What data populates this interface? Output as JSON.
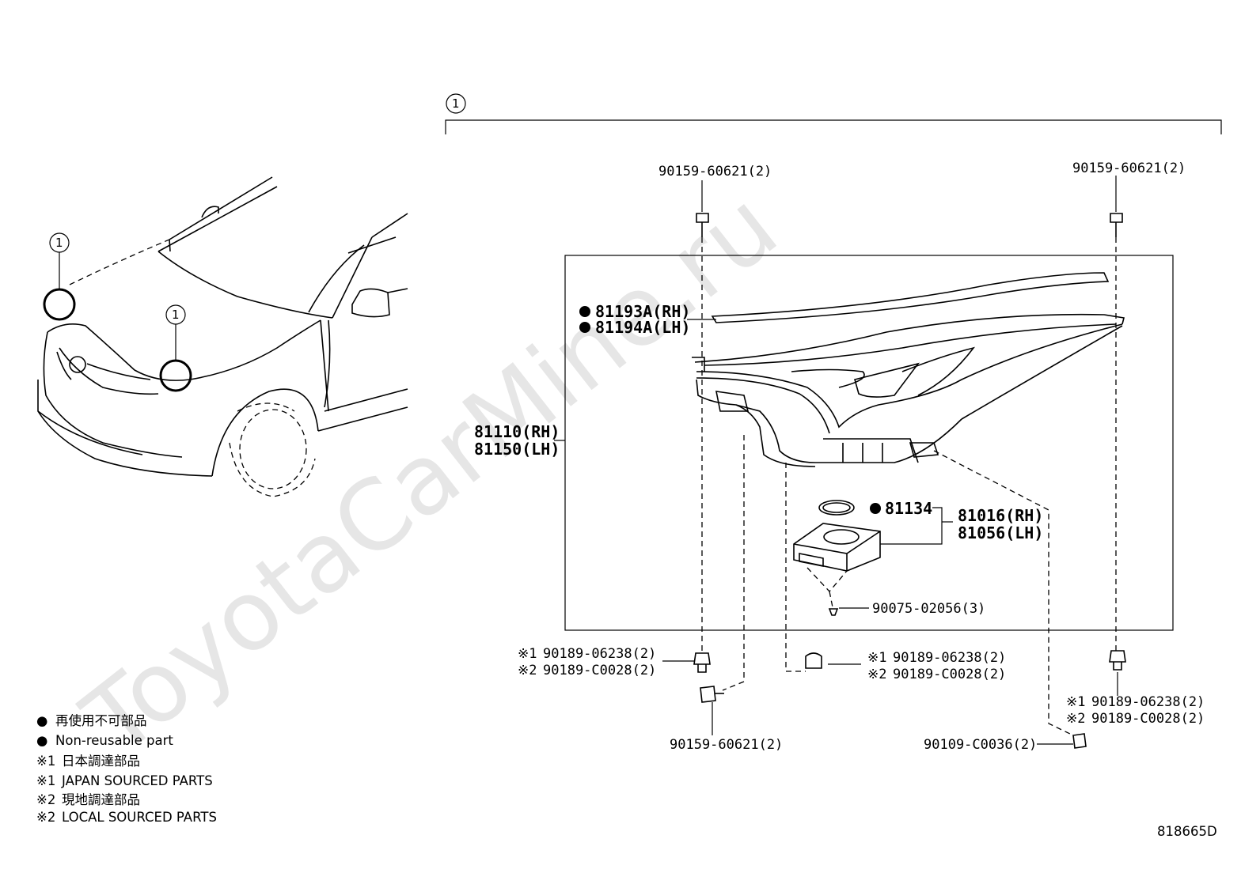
{
  "watermark": "ToyotaCarMine.ru",
  "figure_id": "818665D",
  "callout_number": "1",
  "assembly_group": {
    "rh": "81110(RH)",
    "lh": "81150(LH)"
  },
  "gasket": {
    "rh": "81193A(RH)",
    "lh": "81194A(LH)",
    "non_reusable": true
  },
  "ring": {
    "number": "81134",
    "non_reusable": true
  },
  "computer": {
    "rh": "81016(RH)",
    "lh": "81056(LH)"
  },
  "screw_small": "90075-02056(3)",
  "bolt_top_left": "90159-60621(2)",
  "bolt_top_right": "90159-60621(2)",
  "bolt_bottom": "90159-60621(2)",
  "bolt_bottom_right": "90109-C0036(2)",
  "nut_groups": [
    {
      "mark1": "※1",
      "part1": "90189-06238(2)",
      "mark2": "※2",
      "part2": "90189-C0028(2)"
    },
    {
      "mark1": "※1",
      "part1": "90189-06238(2)",
      "mark2": "※2",
      "part2": "90189-C0028(2)"
    },
    {
      "mark1": "※1",
      "part1": "90189-06238(2)",
      "mark2": "※2",
      "part2": "90189-C0028(2)"
    }
  ],
  "legend": [
    {
      "symbol": "●",
      "text": "再使用不可部品"
    },
    {
      "symbol": "●",
      "text": "Non-reusable part"
    },
    {
      "symbol": "※1",
      "text": "日本調達部品"
    },
    {
      "symbol": "※1",
      "text": "JAPAN SOURCED PARTS"
    },
    {
      "symbol": "※2",
      "text": "現地調達部品"
    },
    {
      "symbol": "※2",
      "text": "LOCAL SOURCED PARTS"
    }
  ]
}
